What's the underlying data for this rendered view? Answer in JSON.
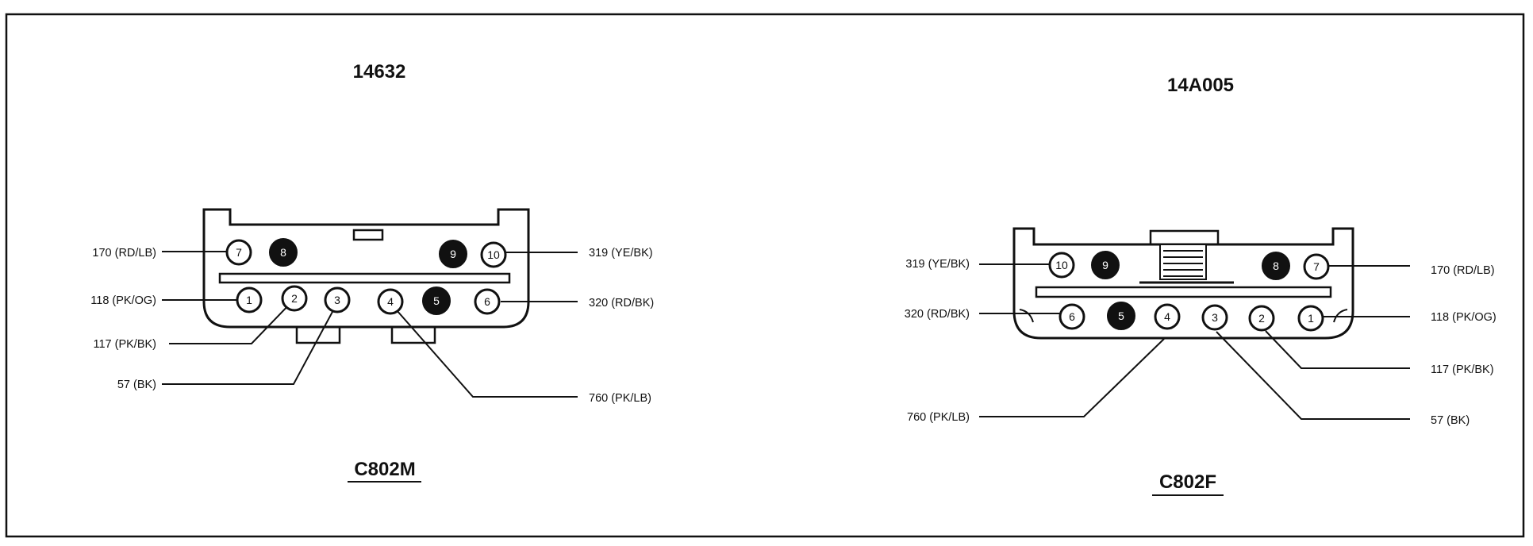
{
  "connectors": [
    {
      "id": "c802m",
      "part_number": "14632",
      "name": "C802M",
      "pins": [
        {
          "num": "7",
          "filled": false
        },
        {
          "num": "8",
          "filled": true
        },
        {
          "num": "9",
          "filled": true
        },
        {
          "num": "10",
          "filled": false
        },
        {
          "num": "1",
          "filled": false
        },
        {
          "num": "2",
          "filled": false
        },
        {
          "num": "3",
          "filled": false
        },
        {
          "num": "4",
          "filled": false
        },
        {
          "num": "5",
          "filled": true
        },
        {
          "num": "6",
          "filled": false
        }
      ],
      "wires": [
        {
          "pin": "7",
          "label": "170 (RD/LB)"
        },
        {
          "pin": "1",
          "label": "118 (PK/OG)"
        },
        {
          "pin": "2",
          "label": "117 (PK/BK)"
        },
        {
          "pin": "3",
          "label": "57 (BK)"
        },
        {
          "pin": "10",
          "label": "319 (YE/BK)"
        },
        {
          "pin": "6",
          "label": "320 (RD/BK)"
        },
        {
          "pin": "4",
          "label": "760 (PK/LB)"
        }
      ]
    },
    {
      "id": "c802f",
      "part_number": "14A005",
      "name": "C802F",
      "pins": [
        {
          "num": "10",
          "filled": false
        },
        {
          "num": "9",
          "filled": true
        },
        {
          "num": "8",
          "filled": true
        },
        {
          "num": "7",
          "filled": false
        },
        {
          "num": "6",
          "filled": false
        },
        {
          "num": "5",
          "filled": true
        },
        {
          "num": "4",
          "filled": false
        },
        {
          "num": "3",
          "filled": false
        },
        {
          "num": "2",
          "filled": false
        },
        {
          "num": "1",
          "filled": false
        }
      ],
      "wires": [
        {
          "pin": "10",
          "label": "319 (YE/BK)"
        },
        {
          "pin": "6",
          "label": "320 (RD/BK)"
        },
        {
          "pin": "4",
          "label": "760 (PK/LB)"
        },
        {
          "pin": "7",
          "label": "170 (RD/LB)"
        },
        {
          "pin": "1",
          "label": "118 (PK/OG)"
        },
        {
          "pin": "2",
          "label": "117 (PK/BK)"
        },
        {
          "pin": "3",
          "label": "57 (BK)"
        }
      ]
    }
  ]
}
